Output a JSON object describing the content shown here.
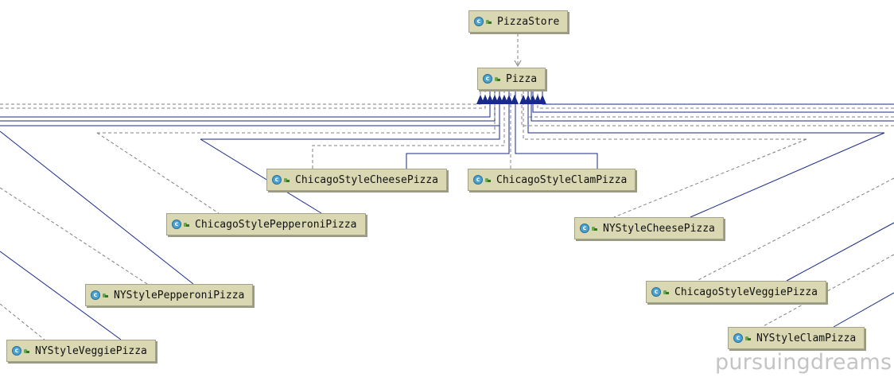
{
  "diagram": {
    "nodes": {
      "pizza_store": "PizzaStore",
      "pizza": "Pizza",
      "chicago_cheese": "ChicagoStyleCheesePizza",
      "chicago_clam": "ChicagoStyleClamPizza",
      "chicago_pepperoni": "ChicagoStylePepperoniPizza",
      "ny_cheese": "NYStyleCheesePizza",
      "ny_pepperoni": "NYStylePepperoniPizza",
      "chicago_veggie": "ChicagoStyleVeggiePizza",
      "ny_veggie": "NYStyleVeggiePizza",
      "ny_clam": "NYStyleClamPizza"
    },
    "node_icon": {
      "class_icon": "class-icon",
      "class_icon_glyph": "c",
      "visibility_icon": "visibility-icon"
    },
    "colors": {
      "node_fill": "#d9d8b2",
      "inheritance_line": "#1a2a8a",
      "dependency_line": "#808080"
    }
  },
  "watermark": "pursuingdreams"
}
